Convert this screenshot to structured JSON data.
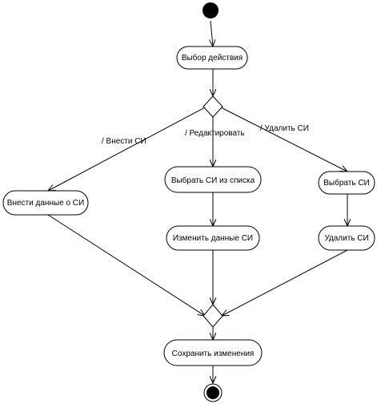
{
  "diagram": {
    "nodes": {
      "choose_action": "Выбор действия",
      "enter_data": "Внести данные о СИ",
      "select_from_list": "Выбрать СИ из списка",
      "change_data": "Изменить данные СИ",
      "select_si": "Выбрать СИ",
      "delete_si": "Удалить СИ",
      "save_changes": "Сохранить изменения"
    },
    "guards": {
      "add": "/ Внести СИ",
      "edit": "/ Редактировать",
      "delete": "/ Удалить СИ"
    }
  }
}
